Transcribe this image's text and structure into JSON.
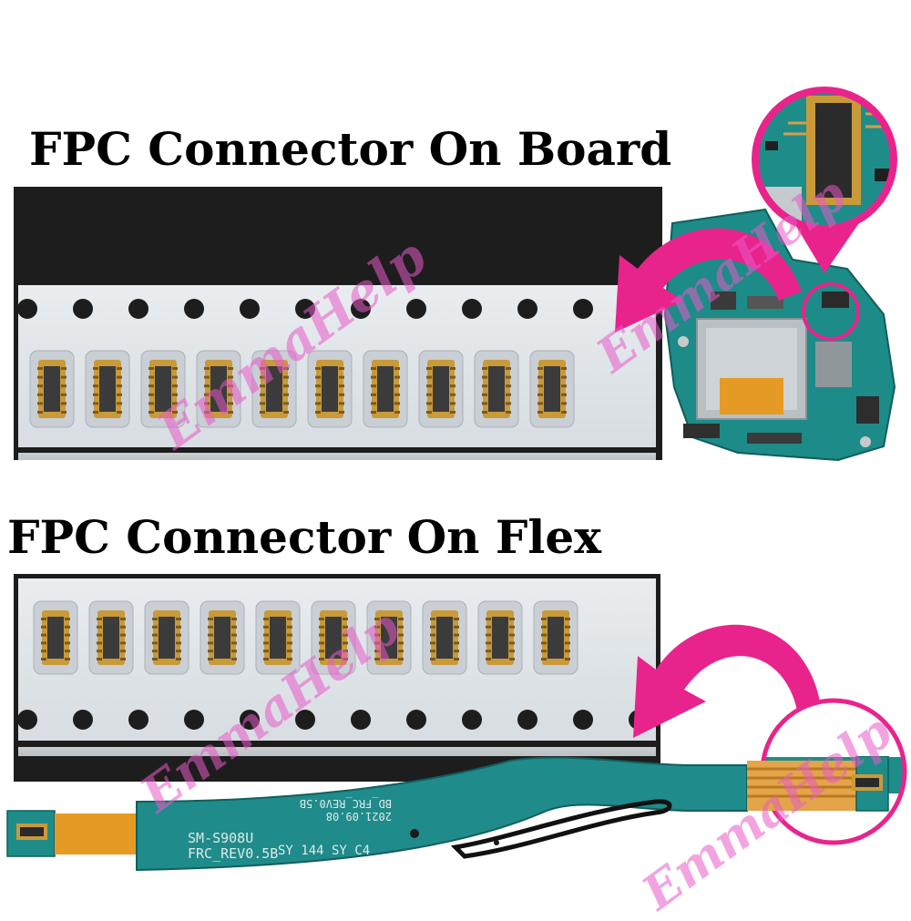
{
  "titles": {
    "board": "FPC Connector On Board",
    "flex": "FPC Connector On Flex"
  },
  "watermark": "EmmaHelp",
  "flex_cable": {
    "model": "SM-S908U",
    "revision": "FRC_REV0.5B",
    "date_mirrored": "2021.09.08",
    "rev_mirrored": "BD_FRC_REV0.5B",
    "code": "SY 144 SY C4"
  },
  "colors": {
    "title": "#000000",
    "watermark": "#e85ac8",
    "arrow": "#e8248c",
    "tape": "#e3e8ec",
    "panel": "#1d1d1d",
    "pcb": "#1f8a8a",
    "flex_copper": "#d99a2b",
    "connector_gold": "#c99a3a"
  }
}
